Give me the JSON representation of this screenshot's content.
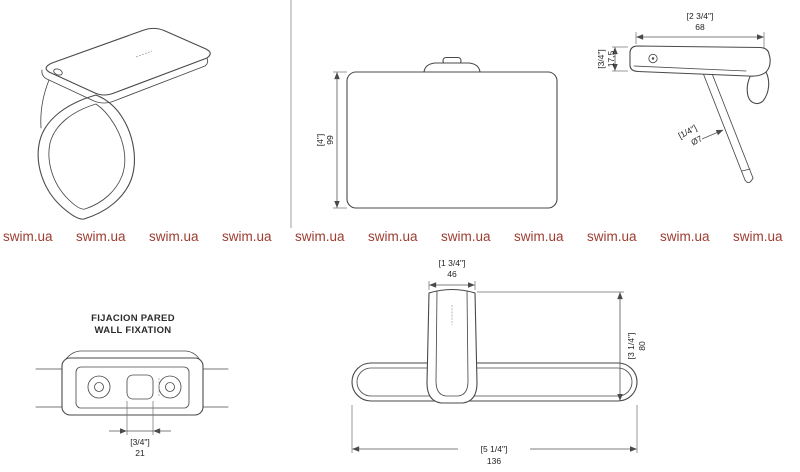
{
  "watermark": {
    "text": "swim.ua",
    "color": "#9e3c30"
  },
  "front_view": {
    "height_label": "[4\"]",
    "height_value": "99"
  },
  "side_view": {
    "width_label": "[2 3/4\"]",
    "width_value": "68",
    "depth_label": "[3/4\"]",
    "depth_value": "17,5",
    "diameter_label": "[1/4\"]",
    "diameter_value": "Ø7"
  },
  "fixation_view": {
    "title_line1": "FIJACION PARED",
    "title_line2": "WALL FIXATION",
    "slot_label": "[3/4\"]",
    "slot_value": "21"
  },
  "bottom_view": {
    "cover_width_label": "[1 3/4\"]",
    "cover_width_value": "46",
    "height_label": "[3 1/4\"]",
    "height_value": "80",
    "width_label": "[5 1/4\"]",
    "width_value": "136"
  }
}
